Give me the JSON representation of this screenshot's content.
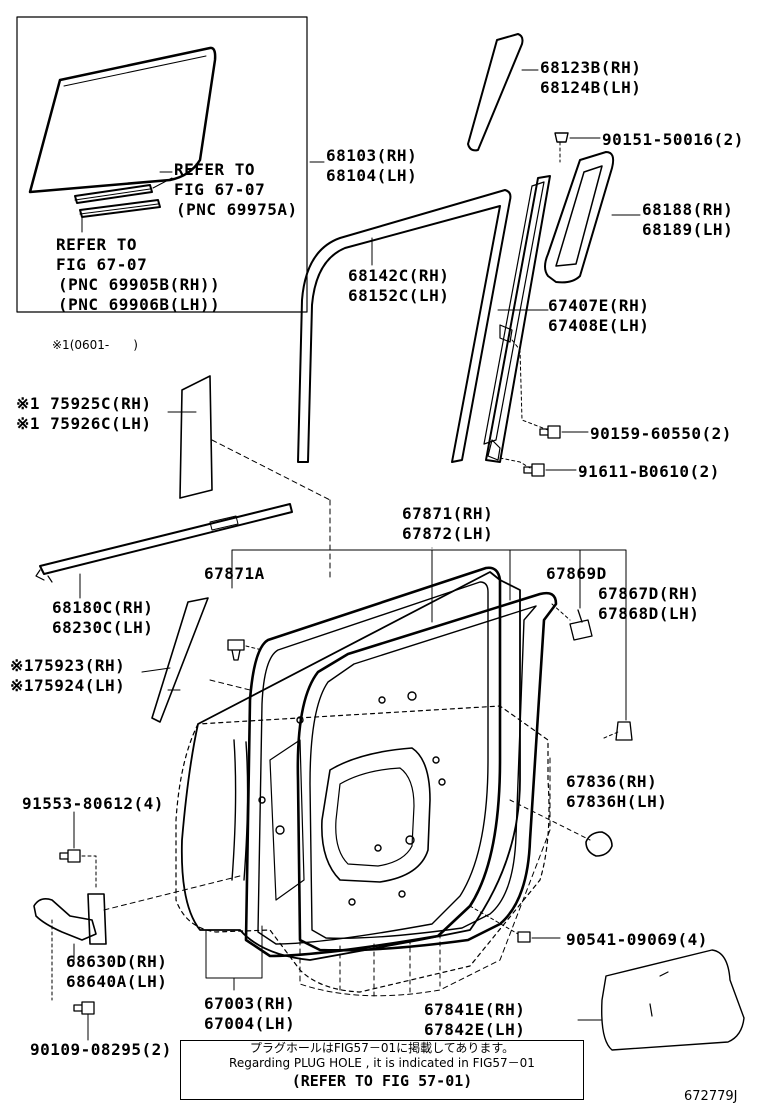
{
  "inset": {
    "ref1": [
      "REFER TO",
      "FIG 67-07",
      "(PNC 69975A)"
    ],
    "ref2": [
      "REFER TO",
      "FIG 67-07",
      "(PNC 69905B(RH))",
      "(PNC 69906B(LH))"
    ]
  },
  "date_note": "※1(0601-　　)",
  "parts": {
    "p68123": [
      "68123B(RH)",
      "68124B(LH)"
    ],
    "p90151": "90151-50016(2)",
    "p68103": [
      "68103(RH)",
      "68104(LH)"
    ],
    "p68188": [
      "68188(RH)",
      "68189(LH)"
    ],
    "p68142": [
      "68142C(RH)",
      "68152C(LH)"
    ],
    "p67407": [
      "67407E(RH)",
      "67408E(LH)"
    ],
    "p75925": [
      "※1 75925C(RH)",
      "※1 75926C(LH)"
    ],
    "p90159": "90159-60550(2)",
    "p91611": "91611-B0610(2)",
    "p67871g": [
      "67871(RH)",
      "67872(LH)"
    ],
    "p68180": [
      "68180C(RH)",
      "68230C(LH)"
    ],
    "p67871a": "67871A",
    "p67869d": "67869D",
    "p67867": [
      "67867D(RH)",
      "67868D(LH)"
    ],
    "p75923": [
      "※175923(RH)",
      "※175924(LH)"
    ],
    "p67836": [
      "67836(RH)",
      "67836H(LH)"
    ],
    "p91553": "91553-80612(4)",
    "p90541": "90541-09069(4)",
    "p68630": [
      "68630D(RH)",
      "68640A(LH)"
    ],
    "p67003": [
      "67003(RH)",
      "67004(LH)"
    ],
    "p67841": [
      "67841E(RH)",
      "67842E(LH)"
    ],
    "p90109": "90109-08295(2)"
  },
  "note": {
    "jp": "プラグホールはFIG57－01に掲載してあります。",
    "en": "Regarding PLUG HOLE , it is indicated in FIG57－01",
    "ref": "(REFER TO FIG 57-01)"
  },
  "diagram_id": "672779J"
}
